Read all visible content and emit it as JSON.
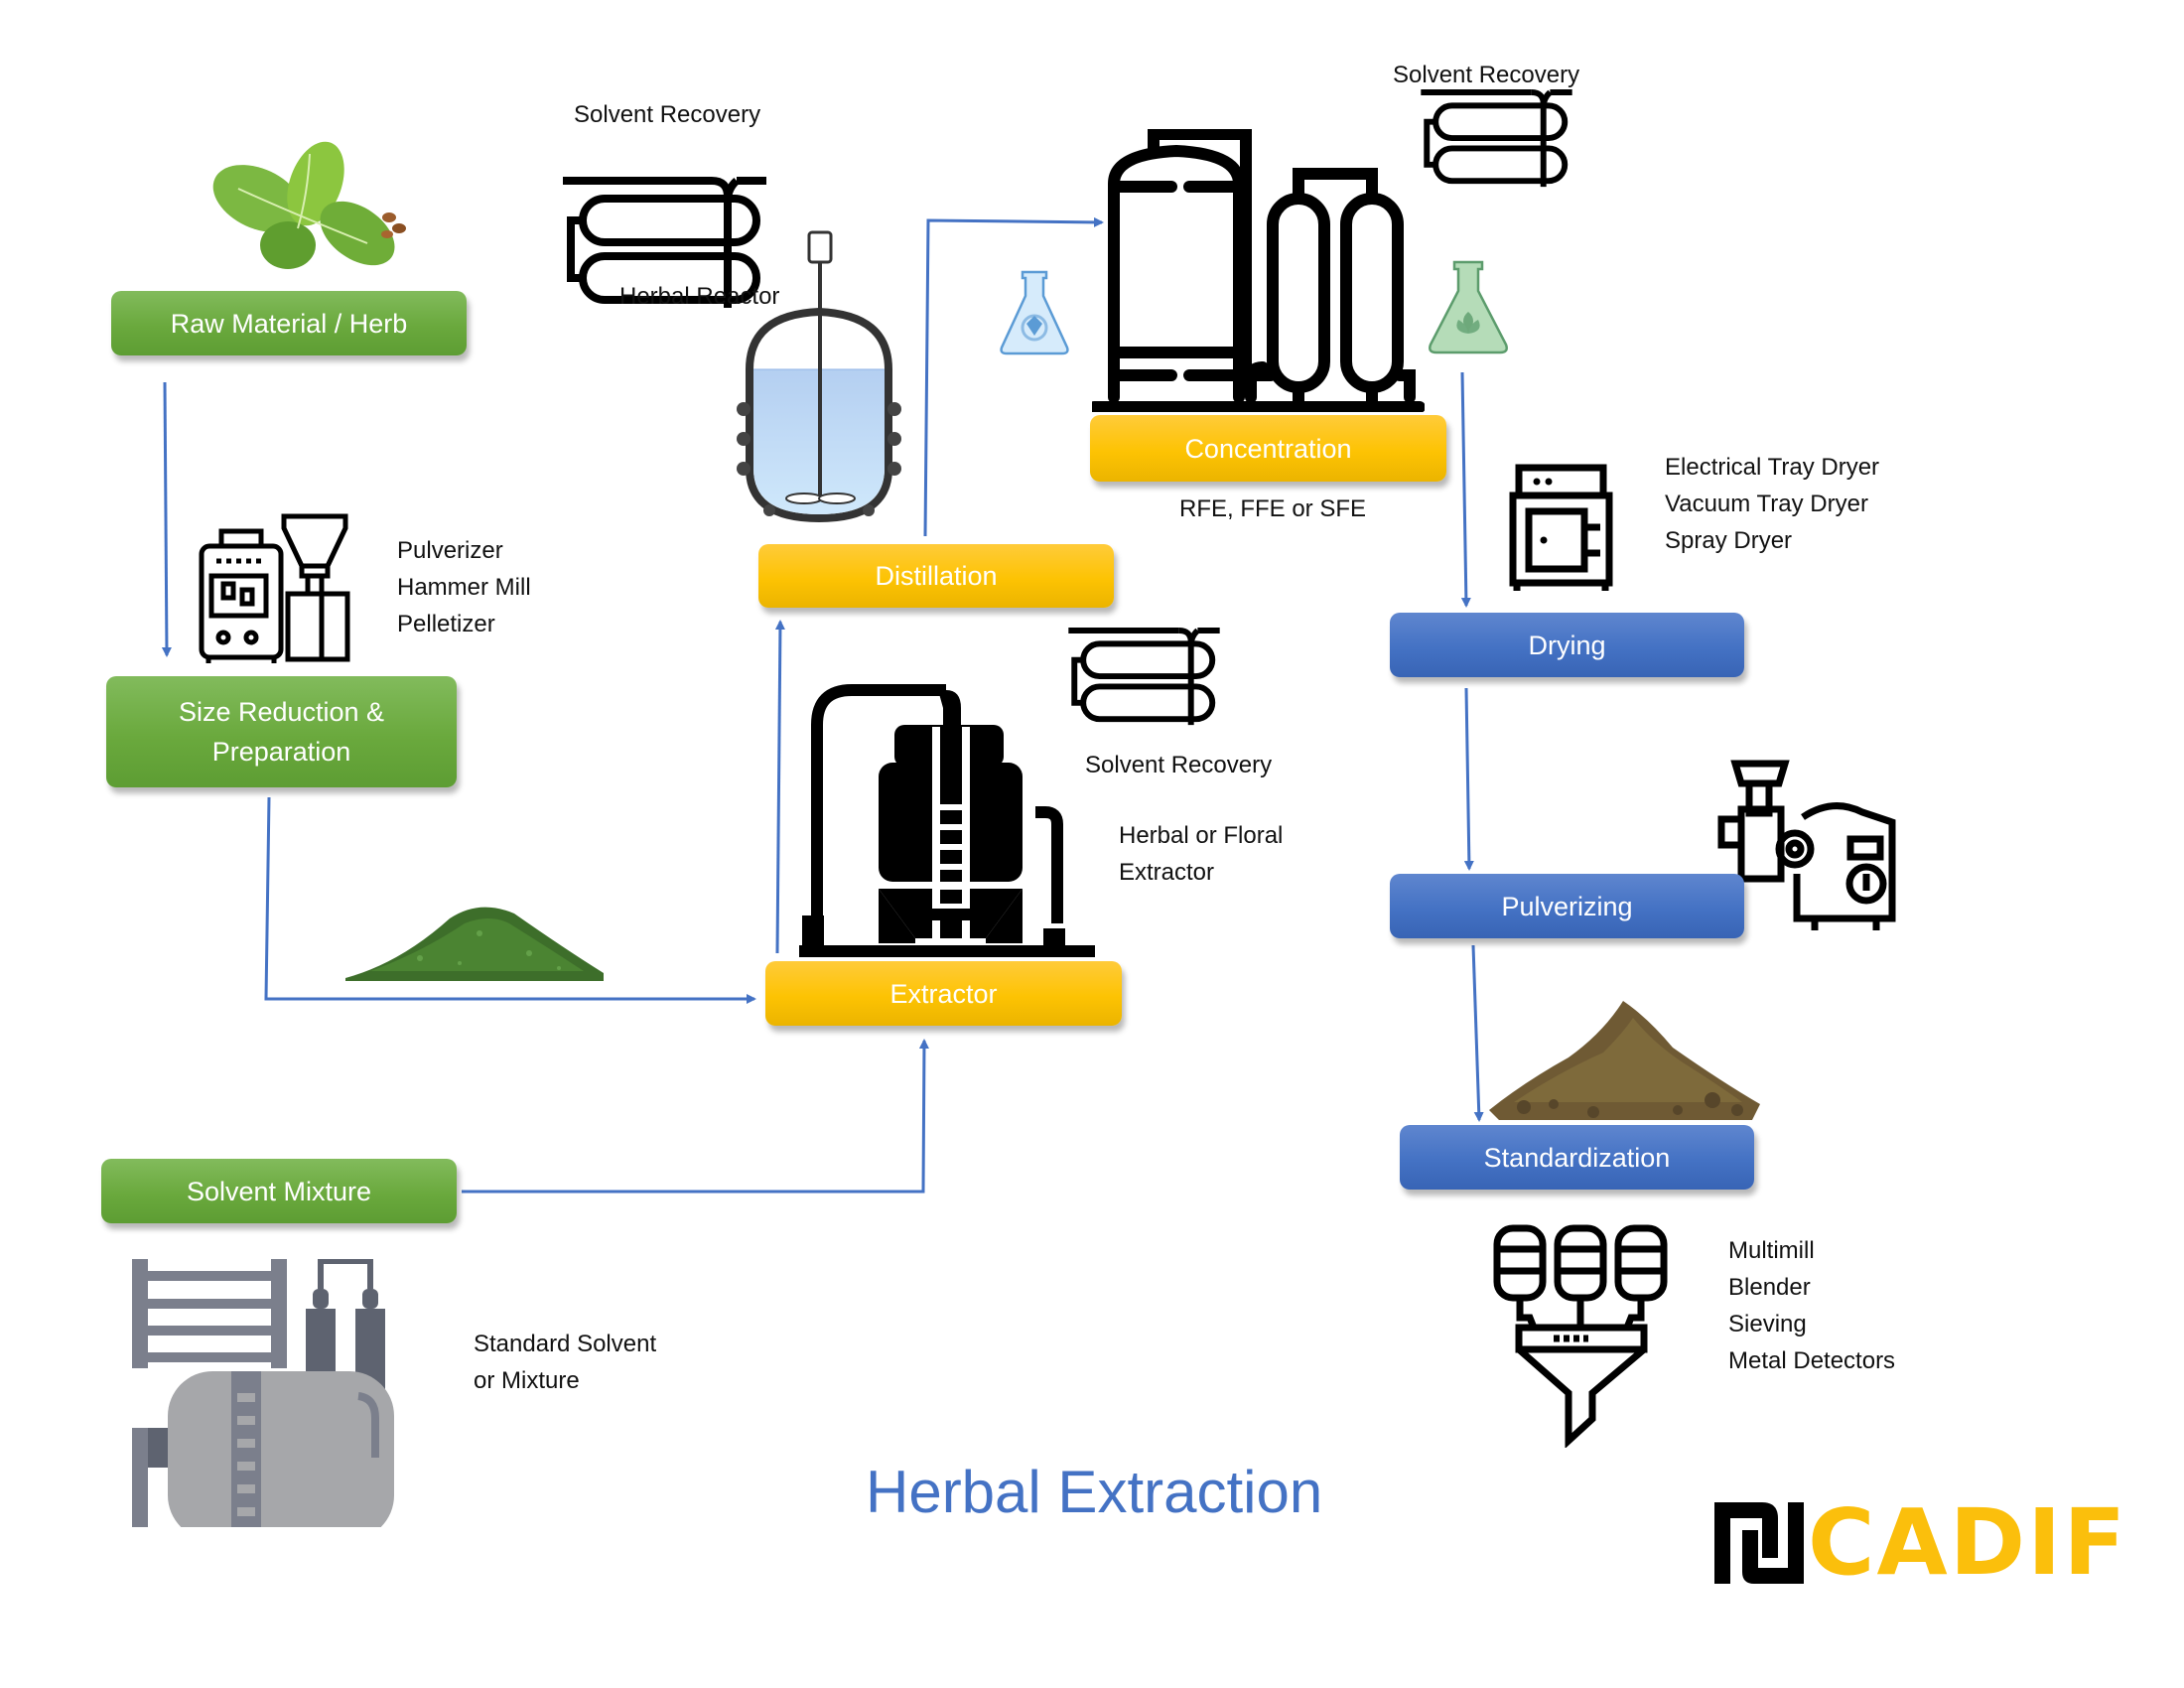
{
  "title": "Herbal Extraction",
  "logo": {
    "text": "CADIF",
    "mark": "shekel-like-glyph"
  },
  "colors": {
    "green_step": "#70ad47",
    "yellow_step": "#ffc000",
    "blue_step": "#4472c4",
    "arrow": "#4472c4",
    "logo_text": "#fbbf0c"
  },
  "steps": {
    "raw_material": "Raw Material / Herb",
    "size_reduction_line1": "Size Reduction &",
    "size_reduction_line2": "Preparation",
    "solvent_mixture": "Solvent Mixture",
    "extractor": "Extractor",
    "distillation": "Distillation",
    "concentration": "Concentration",
    "drying": "Drying",
    "pulverizing": "Pulverizing",
    "standardization": "Standardization"
  },
  "labels": {
    "size_reduction_equipment": [
      "Pulverizer",
      "Hammer Mill",
      "Pelletizer"
    ],
    "solvent_recovery": "Solvent Recovery",
    "herbal_reactor": "Herbal Reactor",
    "extractor_equipment_line1": "Herbal or Floral",
    "extractor_equipment_line2": "Extractor",
    "concentration_methods": "RFE, FFE or SFE",
    "drying_equipment": [
      "Electrical Tray Dryer",
      "Vacuum Tray Dryer",
      "Spray Dryer"
    ],
    "standardization_equipment": [
      "Multimill",
      "Blender",
      "Sieving",
      "Metal Detectors"
    ],
    "solvent_line1": "Standard Solvent",
    "solvent_line2": "or Mixture"
  },
  "icons": {
    "herb": "basil-leaves-icon",
    "crushed_herb": "crushed-herb-pile-icon",
    "powder": "powder-pile-icon",
    "size_reduction": "pulverizer-machine-icon",
    "solvent_tank": "solvent-tank-icon",
    "reactor": "reactor-vessel-icon",
    "extractor": "extractor-tank-icon",
    "condenser": "heat-exchanger-icon",
    "evaporator": "evaporator-columns-icon",
    "flask_blue": "flask-blue-icon",
    "flask_green": "flask-green-icon",
    "dryer": "tray-dryer-icon",
    "grinder": "grinder-machine-icon",
    "funnel": "silos-funnel-icon"
  }
}
